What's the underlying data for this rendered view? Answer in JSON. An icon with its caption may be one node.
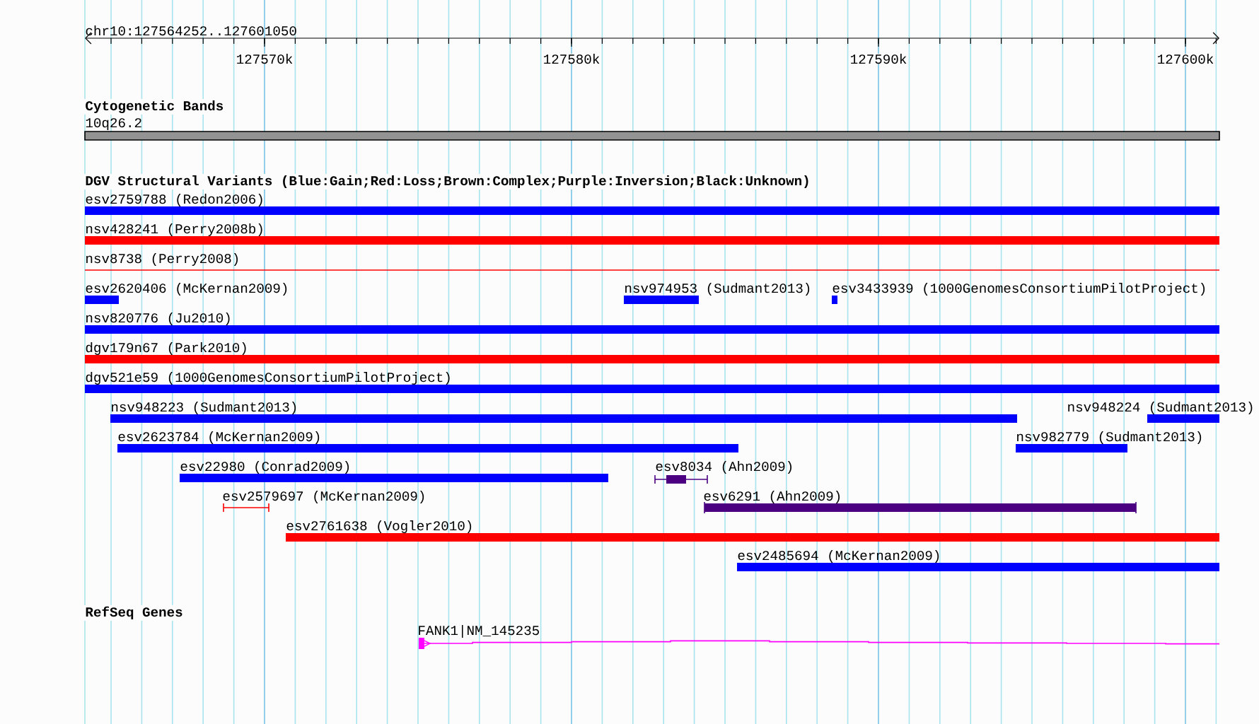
{
  "diagram": {
    "title": "chr10:127564252..127601050",
    "nodes": [
      {
        "text": [
          "10q26.2"
        ]
      },
      {
        "text": [
          "esv2759788 (Redon2006)"
        ]
      },
      {
        "text": [
          "nsv428241 (Perry2008b)"
        ]
      },
      {
        "text": [
          "nsv8738 (Perry2008)"
        ]
      },
      {
        "text": [
          "esv2620406 (McKernan2009)"
        ]
      },
      {
        "text": [
          "nsv974953 (Sudmant2013)"
        ]
      },
      {
        "text": [
          "esv3433939 (1000GenomesConsortiumPilotProject)"
        ]
      },
      {
        "text": [
          "nsv820776 (Ju2010)"
        ]
      },
      {
        "text": [
          "dgv179n67 (Park2010)"
        ]
      },
      {
        "text": [
          "dgv521e59 (1000GenomesConsortiumPilotProject)"
        ]
      },
      {
        "text": [
          "nsv948223 (Sudmant2013)"
        ]
      },
      {
        "text": [
          "nsv948224 (Sudmant2013)"
        ]
      },
      {
        "text": [
          "esv2623784 (McKernan2009)"
        ]
      },
      {
        "text": [
          "nsv982779 (Sudmant2013)"
        ]
      },
      {
        "text": [
          "esv22980 (Conrad2009)"
        ]
      },
      {
        "text": [
          "esv8034 (Ahn2009)"
        ]
      },
      {
        "text": [
          "esv2579697 (McKernan2009)"
        ]
      },
      {
        "text": [
          "esv6291 (Ahn2009)"
        ]
      },
      {
        "text": [
          "esv2761638 (Vogler2010)"
        ]
      },
      {
        "text": [
          "esv2485694 (McKernan2009)"
        ]
      },
      {
        "text": [
          "FANK1|NM_145235"
        ]
      }
    ],
    "labels": [
      "127570k",
      "127580k",
      "127590k",
      "127600k",
      "Cytogenetic Bands",
      "DGV Structural Variants (Blue:Gain;Red:Loss;Brown:Complex;Purple:Inversion;Black:Unknown)",
      "RefSeq Genes"
    ]
  }
}
